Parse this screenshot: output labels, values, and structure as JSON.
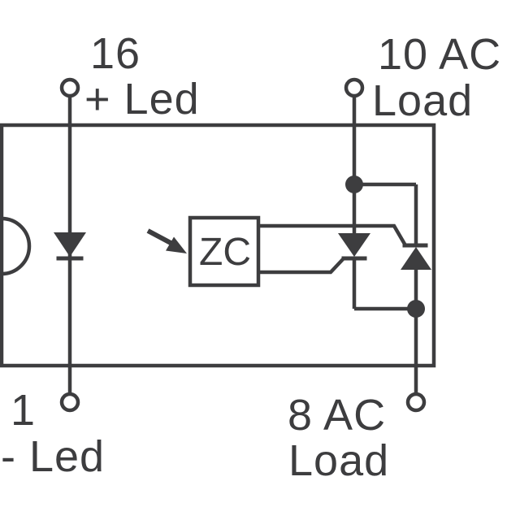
{
  "colors": {
    "ink": "#3d3d3f",
    "background": "#ffffff"
  },
  "schematic": {
    "blocks": {
      "zero_crossing_label": "ZC"
    },
    "pins": {
      "pin16": {
        "number": "16",
        "name": "+ Led",
        "position": "top-left",
        "terminal": "open-circle"
      },
      "pin1": {
        "number": "1",
        "name": "- Led",
        "position": "bottom-left",
        "terminal": "open-circle"
      },
      "pin10": {
        "line1": "10 AC",
        "line2": "Load",
        "position": "top-right",
        "terminal": "open-circle"
      },
      "pin8": {
        "line1": "8 AC",
        "line2": "Load",
        "position": "bottom-right",
        "terminal": "open-circle"
      }
    },
    "symbols": [
      "led-diode",
      "pin1-notch",
      "trigger-arrow",
      "zero-crossing-box",
      "thyristor-down",
      "thyristor-up",
      "junction-dot-top",
      "junction-dot-bottom"
    ]
  }
}
